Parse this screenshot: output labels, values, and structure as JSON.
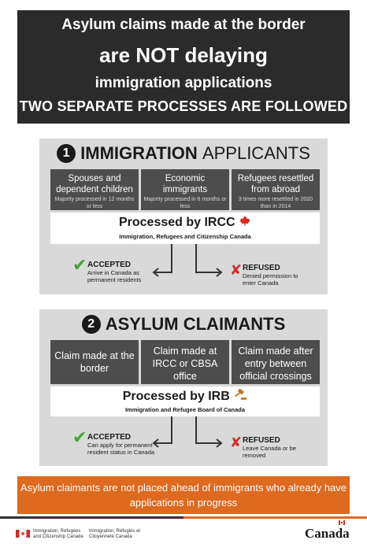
{
  "header": {
    "line1": "Asylum claims made at the border",
    "line2": "are NOT delaying",
    "line3": "immigration applications",
    "line4": "TWO SEPARATE PROCESSES ARE FOLLOWED"
  },
  "section1": {
    "number": "1",
    "title_bold": "IMMIGRATION",
    "title_light": "APPLICANTS",
    "boxes": [
      {
        "title": "Spouses and dependent children",
        "sub": "Majority processed in 12 months or less"
      },
      {
        "title": "Economic immigrants",
        "sub": "Majority processed in 6 months or less"
      },
      {
        "title": "Refugees resettled from abroad",
        "sub": "3 times more resettled in 2020 than in 2014"
      }
    ],
    "processed_by": "Processed by IRCC",
    "processed_sub": "Immigration, Refugees and Citizenship Canada",
    "accepted_label": "ACCEPTED",
    "accepted_desc": "Arrive in Canada as permanent residents",
    "refused_label": "REFUSED",
    "refused_desc": "Denied permission to enter Canada"
  },
  "section2": {
    "number": "2",
    "title_bold": "ASYLUM",
    "title_light": "CLAIMANTS",
    "boxes": [
      {
        "title": "Claim made at the border"
      },
      {
        "title": "Claim made at IRCC or CBSA office"
      },
      {
        "title": "Claim made after entry between official crossings"
      }
    ],
    "processed_by": "Processed by IRB",
    "processed_sub": "Immigration and Refugee Board of Canada",
    "accepted_label": "ACCEPTED",
    "accepted_desc": "Can apply for permanent resident status in Canada",
    "refused_label": "REFUSED",
    "refused_desc": "Leave Canada or be removed"
  },
  "footer": {
    "banner": "Asylum claimants are not placed ahead of immigrants who already have applications in progress",
    "dept_en": "Immigration, Refugees and Citizenship Canada",
    "dept_fr": "Immigration, Réfugiés et Citoyenneté Canada",
    "wordmark": "Canada"
  },
  "colors": {
    "header_bg": "#2b2b2b",
    "panel_bg": "#d9d9d9",
    "box_bg": "#4d4d4d",
    "accent_orange": "#dd6a1f",
    "accept_green": "#47a13a",
    "refuse_red": "#d0312d",
    "maple_red": "#d52b1e"
  },
  "icons": [
    "maple-leaf-icon",
    "gavel-icon",
    "checkmark-icon",
    "x-mark-icon",
    "canada-flag-icon"
  ]
}
